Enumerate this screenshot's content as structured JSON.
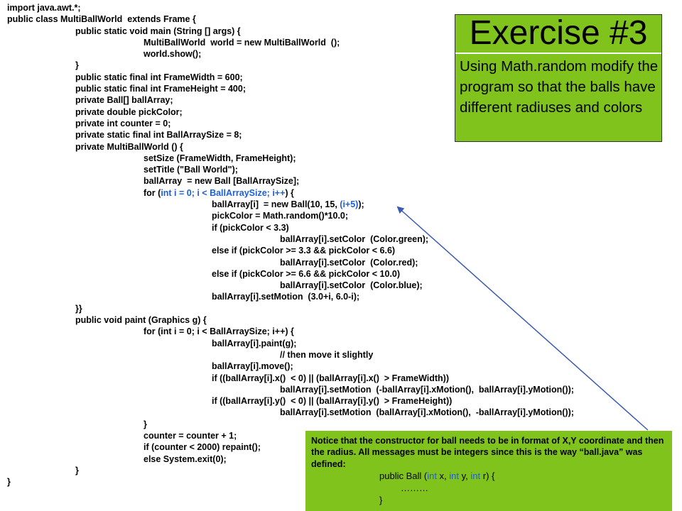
{
  "code_lines": [
    {
      "indent": 0,
      "parts": [
        {
          "text": "import java.awt.*;"
        }
      ]
    },
    {
      "indent": 0,
      "parts": [
        {
          "text": "public class MultiBallWorld  extends Frame {"
        }
      ]
    },
    {
      "indent": 1,
      "parts": [
        {
          "text": "public static void main (String [] args) {"
        }
      ]
    },
    {
      "indent": 2,
      "parts": [
        {
          "text": "MultiBallWorld  world = new MultiBallWorld  ();"
        }
      ]
    },
    {
      "indent": 2,
      "parts": [
        {
          "text": "world.show();"
        }
      ]
    },
    {
      "indent": 1,
      "parts": [
        {
          "text": "}"
        }
      ]
    },
    {
      "indent": 1,
      "parts": [
        {
          "text": "public static final int FrameWidth = 600;"
        }
      ]
    },
    {
      "indent": 1,
      "parts": [
        {
          "text": "public static final int FrameHeight = 400;"
        }
      ]
    },
    {
      "indent": 1,
      "parts": [
        {
          "text": "private Ball[] ballArray;"
        }
      ]
    },
    {
      "indent": 1,
      "parts": [
        {
          "text": "private double pickColor;"
        }
      ]
    },
    {
      "indent": 1,
      "parts": [
        {
          "text": "private int counter = 0;"
        }
      ]
    },
    {
      "indent": 1,
      "parts": [
        {
          "text": "private static final int BallArraySize = 8;"
        }
      ]
    },
    {
      "indent": 1,
      "parts": [
        {
          "text": "private MultiBallWorld () {"
        }
      ]
    },
    {
      "indent": 2,
      "parts": [
        {
          "text": "setSize (FrameWidth, FrameHeight);"
        }
      ]
    },
    {
      "indent": 2,
      "parts": [
        {
          "text": "setTitle (\"Ball World\");"
        }
      ]
    },
    {
      "indent": 2,
      "parts": [
        {
          "text": "ballArray  = new Ball [BallArraySize];"
        }
      ]
    },
    {
      "indent": 2,
      "parts": [
        {
          "text": "for ("
        },
        {
          "text": "int i = 0; i < BallArraySize; i++",
          "kw": true
        },
        {
          "text": ") {"
        }
      ]
    },
    {
      "indent": 3,
      "parts": [
        {
          "text": "ballArray[i]  = new Ball(10, 15, "
        },
        {
          "text": "(i+5)",
          "kw": true
        },
        {
          "text": ");"
        }
      ]
    },
    {
      "indent": 3,
      "parts": [
        {
          "text": "pickColor = Math.random()*10.0;"
        }
      ]
    },
    {
      "indent": 3,
      "parts": [
        {
          "text": "if (pickColor < 3.3)"
        }
      ]
    },
    {
      "indent": 4,
      "parts": [
        {
          "text": "ballArray[i].setColor  (Color.green);"
        }
      ]
    },
    {
      "indent": 3,
      "parts": [
        {
          "text": "else if (pickColor >= 3.3 && pickColor < 6.6)"
        }
      ]
    },
    {
      "indent": 4,
      "parts": [
        {
          "text": "ballArray[i].setColor  (Color.red);"
        }
      ]
    },
    {
      "indent": 3,
      "parts": [
        {
          "text": "else if (pickColor >= 6.6 && pickColor < 10.0)"
        }
      ]
    },
    {
      "indent": 4,
      "parts": [
        {
          "text": "ballArray[i].setColor  (Color.blue);"
        }
      ]
    },
    {
      "indent": 3,
      "parts": [
        {
          "text": "ballArray[i].setMotion  (3.0+i, 6.0-i);"
        }
      ]
    },
    {
      "indent": 1,
      "parts": [
        {
          "text": "}}"
        }
      ]
    },
    {
      "indent": 1,
      "parts": [
        {
          "text": "public void paint (Graphics g) {"
        }
      ]
    },
    {
      "indent": 2,
      "parts": [
        {
          "text": "for (int i = 0; i < BallArraySize; i++) {"
        }
      ]
    },
    {
      "indent": 3,
      "parts": [
        {
          "text": "ballArray[i].paint(g);"
        }
      ]
    },
    {
      "indent": 4,
      "parts": [
        {
          "text": "// then move it slightly"
        }
      ]
    },
    {
      "indent": 3,
      "parts": [
        {
          "text": "ballArray[i].move();"
        }
      ]
    },
    {
      "indent": 3,
      "parts": [
        {
          "text": "if ((ballArray[i].x()  < 0) || (ballArray[i].x()  > FrameWidth))"
        }
      ]
    },
    {
      "indent": 4,
      "parts": [
        {
          "text": "ballArray[i].setMotion  (-ballArray[i].xMotion(),  ballArray[i].yMotion());"
        }
      ]
    },
    {
      "indent": 3,
      "parts": [
        {
          "text": "if ((ballArray[i].y()  < 0) || (ballArray[i].y()  > FrameHeight))"
        }
      ]
    },
    {
      "indent": 4,
      "parts": [
        {
          "text": "ballArray[i].setMotion  (ballArray[i].xMotion(),  -ballArray[i].yMotion());"
        }
      ]
    },
    {
      "indent": 2,
      "parts": [
        {
          "text": "}"
        }
      ]
    },
    {
      "indent": 2,
      "parts": [
        {
          "text": "counter = counter + 1;"
        }
      ]
    },
    {
      "indent": 2,
      "parts": [
        {
          "text": "if (counter < 2000) repaint();"
        }
      ]
    },
    {
      "indent": 2,
      "parts": [
        {
          "text": "else System.exit(0);"
        }
      ]
    },
    {
      "indent": 1,
      "parts": [
        {
          "text": "}"
        }
      ]
    },
    {
      "indent": 0,
      "parts": [
        {
          "text": "}"
        }
      ]
    }
  ],
  "exercise": {
    "title": "Exercise #3",
    "text": "Using Math.random modify the program so that the balls have different radiuses and colors"
  },
  "note": {
    "text": "Notice that the constructor for ball needs to be in format of X,Y coordinate and then the radius. All messages must be integers since this is the way “ball.java” was defined:",
    "code_parts": [
      {
        "text": "public Ball ("
      },
      {
        "text": "int",
        "kw": true
      },
      {
        "text": " x, "
      },
      {
        "text": "int",
        "kw": true
      },
      {
        "text": " y, "
      },
      {
        "text": "int",
        "kw": true
      },
      {
        "text": " r) {"
      }
    ],
    "ellipsis": "………",
    "closing": "}"
  },
  "colors": {
    "box_green": "#7fc31c",
    "keyword_blue": "#1f5fd6",
    "arrow": "#3a5bb0"
  }
}
